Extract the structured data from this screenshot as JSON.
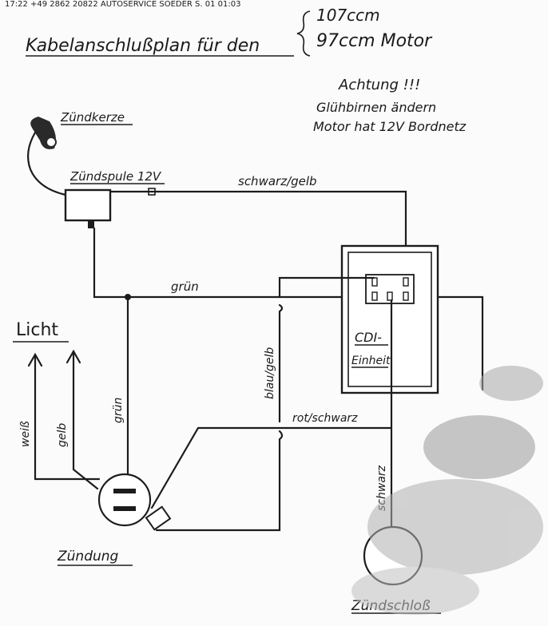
{
  "header_strip": "17:22        +49 2862 20822           AUTOSERVICE SOEDER                          S. 01    01:03",
  "title": {
    "main": "Kabelanschlußplan für den",
    "option_a": "107ccm",
    "option_b": "97ccm Motor"
  },
  "notice": {
    "line1": "Achtung !!!",
    "line2": "Glühbirnen ändern",
    "line3": "Motor hat 12V Bordnetz"
  },
  "components": {
    "spark_plug": "Zündkerze",
    "ignition_coil": "Zündspule 12V",
    "cdi_line1": "CDI-",
    "cdi_line2": "Einheit",
    "light": "Licht",
    "ignition": "Zündung",
    "ignition_lock": "Zündschloß"
  },
  "wires": {
    "black_yellow": "schwarz/gelb",
    "green_top": "grün",
    "blue_yellow": "blau/gelb",
    "red_black": "rot/schwarz",
    "white": "weiß",
    "yellow": "gelb",
    "green_left": "grün",
    "black": "schwarz"
  },
  "colors": {
    "ink": "#1a1a1a",
    "paper": "#fbfbfb"
  }
}
